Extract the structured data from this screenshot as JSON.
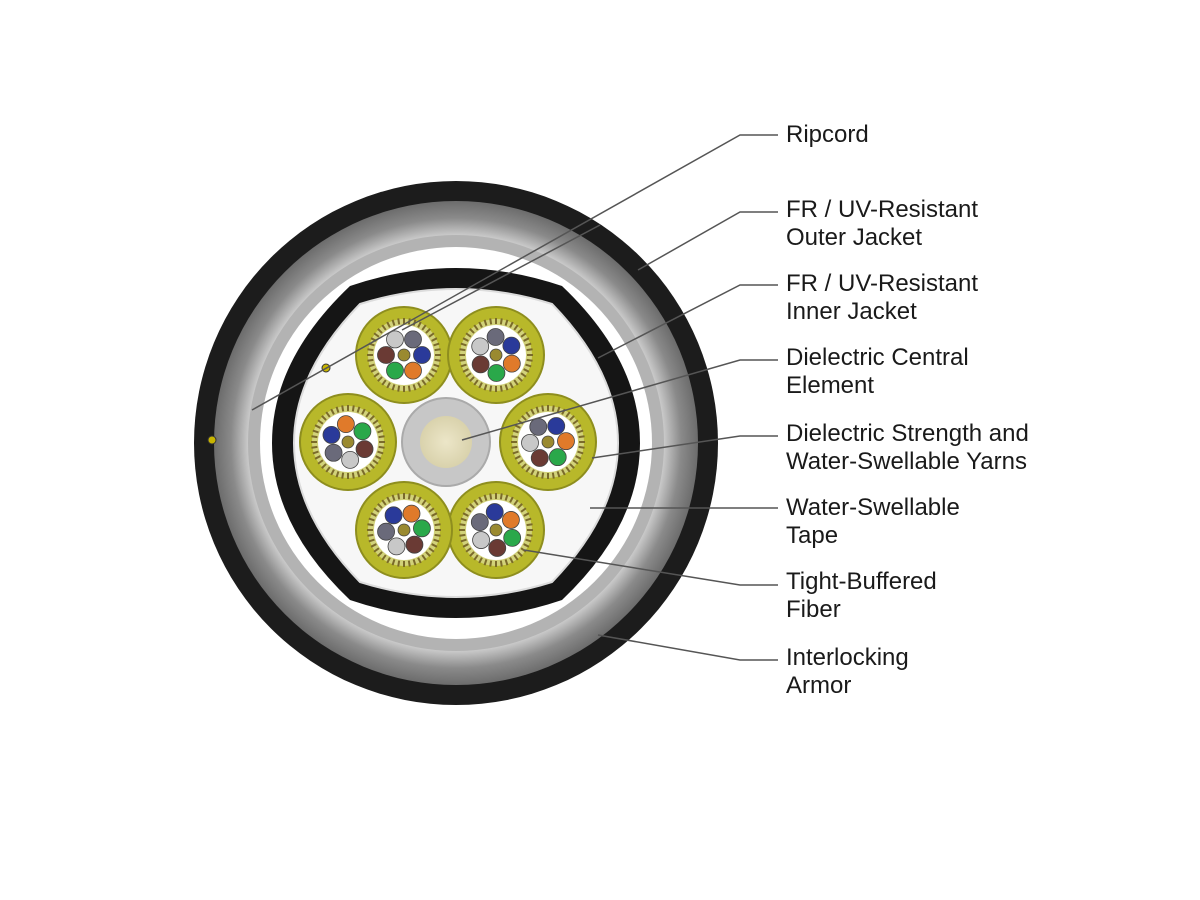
{
  "labels": [
    {
      "id": "ripcord",
      "text": "Ripcord"
    },
    {
      "id": "outer-jacket",
      "text": "FR / UV-Resistant\nOuter Jacket"
    },
    {
      "id": "inner-jacket",
      "text": "FR / UV-Resistant\nInner Jacket"
    },
    {
      "id": "central-element",
      "text": "Dielectric Central\nElement"
    },
    {
      "id": "strength-yarns",
      "text": "Dielectric Strength and\nWater-Swellable Yarns"
    },
    {
      "id": "water-tape",
      "text": "Water-Swellable\nTape"
    },
    {
      "id": "tight-buffered",
      "text": "Tight-Buffered\nFiber"
    },
    {
      "id": "armor",
      "text": "Interlocking\nArmor"
    }
  ],
  "colors": {
    "outer_jacket": "#1c1c1c",
    "armor": "#9a9a9a",
    "inner_jacket": "#151515",
    "subunit_jacket": "#b8b82a",
    "central_element": "#e6dfc0",
    "leader_line": "#555555",
    "fiber_colors": [
      "#2a3a9a",
      "#e07a2a",
      "#2aa84a",
      "#6a3a34",
      "#c8c8c8",
      "#6a6a7a"
    ]
  }
}
